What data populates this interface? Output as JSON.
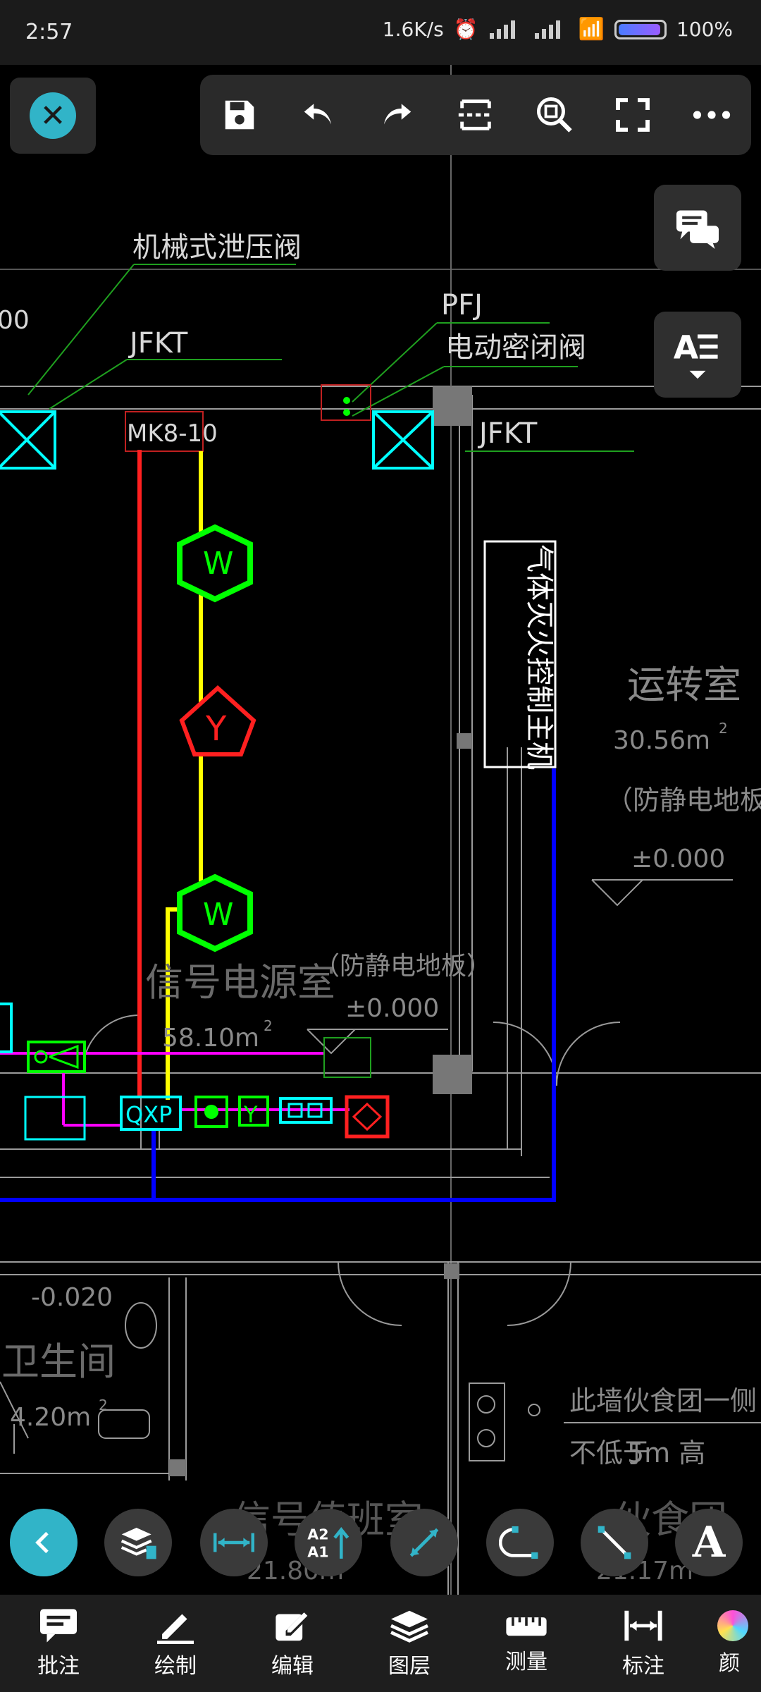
{
  "status_bar": {
    "time": "2:57",
    "net_speed": "1.6K/s",
    "battery": "100%"
  },
  "top_bar": {
    "close_icon": "close-icon",
    "tools": [
      "save-icon",
      "undo-icon",
      "redo-icon",
      "window-select-icon",
      "zoom-fit-icon",
      "fullscreen-icon",
      "more-icon"
    ]
  },
  "floating": {
    "comment_icon": "comment-bubbles-icon",
    "text_style_icon": "text-style-icon"
  },
  "drawing": {
    "labels": {
      "relief_valve": "机械式泄压阀",
      "jfkt_left": "JFKT",
      "pfj": "PFJ",
      "electric_valve": "电动密闭阀",
      "jfkt_right": "JFKT",
      "mk": "MK8-10",
      "w1": "W",
      "y": "Y",
      "w2": "W",
      "gas_fire_host": "气体灭火控制主机",
      "operation_room": "运转室",
      "operation_area": "30.56m",
      "area_sup": "2",
      "antistatic_right": "（防静电地板",
      "level_right": "±0.000",
      "signal_power_room": "信号电源室",
      "antistatic_center": "（防静电地板）",
      "level_center": "±0.000",
      "signal_area": "58.10m",
      "signal_area_sup": "2",
      "qxp": "QXP",
      "y_small": "Y",
      "toilet_level": "-0.020",
      "toilet": "卫生间",
      "toilet_area": "4.20m",
      "toilet_sup": "2",
      "wall_note1": "此墙伙食团一侧",
      "wall_note2": "不低于",
      "wall_note2b": "5m 高",
      "duty_room": "信号值班室",
      "duty_area": "21.80m",
      "mess": "伙食团",
      "mess_area": "21.17m",
      "left_number": "00"
    }
  },
  "draw_tools": [
    "back-icon",
    "layers-list-icon",
    "linear-dimension-icon",
    "text-size-icon",
    "aligned-dimension-icon",
    "arc-icon",
    "line-icon",
    "text-tool-icon"
  ],
  "draw_tool_labels": {
    "text_size_top": "A2",
    "text_size_bottom": "A1",
    "text_tool": "A"
  },
  "bottom_nav": [
    {
      "label": "批注",
      "icon": "annotate-icon"
    },
    {
      "label": "绘制",
      "icon": "draw-icon"
    },
    {
      "label": "编辑",
      "icon": "edit-icon"
    },
    {
      "label": "图层",
      "icon": "layers-icon"
    },
    {
      "label": "测量",
      "icon": "measure-icon"
    },
    {
      "label": "标注",
      "icon": "dimension-icon"
    },
    {
      "label": "颜",
      "icon": "color-icon"
    }
  ],
  "colors": {
    "accent": "#31b4c8",
    "cad_red": "#ff2020",
    "cad_yellow": "#ffff00",
    "cad_green": "#00ff00",
    "cad_blue": "#0000ff",
    "cad_cyan": "#00ffff",
    "cad_magenta": "#ff00ff",
    "cad_gray": "#9a9a9a"
  }
}
